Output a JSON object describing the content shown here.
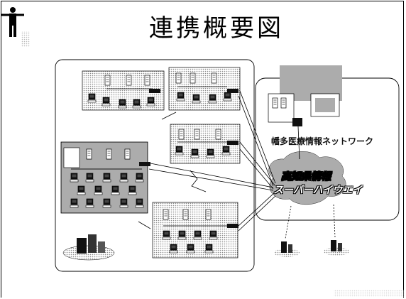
{
  "page": {
    "title": "連携概要図"
  },
  "diagram": {
    "regional_network_label": "幡多医療情報ネットワーク",
    "highway_line1": "高知県情報",
    "highway_line2": "スーパーハイウエイ"
  },
  "colors": {
    "ink": "#000000",
    "screen_fill": "#1a1a1a",
    "site_fill": "#e4e4e4",
    "halftone": "#9a9a9a"
  },
  "icons": {
    "person": "human-figure-icon",
    "computer": "computer-icon",
    "server": "server-icon",
    "building": "building-icon"
  }
}
